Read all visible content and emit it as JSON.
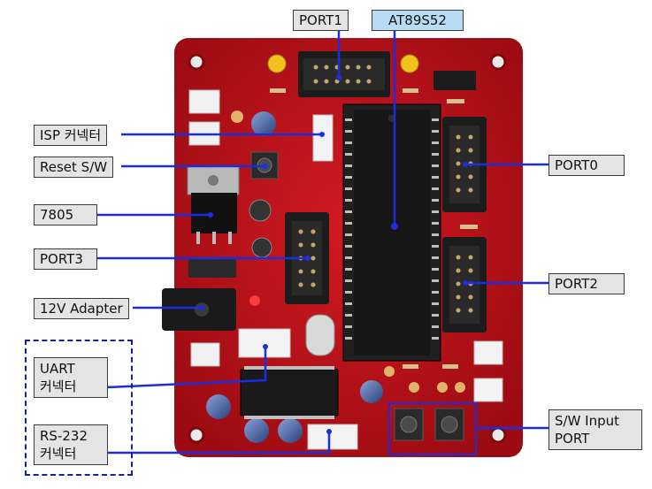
{
  "labels": {
    "port1": "PORT1",
    "at89s52": "AT89S52",
    "isp": "ISP 커넥터",
    "reset": "Reset S/W",
    "reg7805": "7805",
    "port3": "PORT3",
    "adapter": "12V Adapter",
    "uart_l1": "UART",
    "uart_l2": "커넥터",
    "rs232_l1": "RS-232",
    "rs232_l2": "커넥터",
    "port0": "PORT0",
    "port2": "PORT2",
    "swinput_l1": "S/W Input",
    "swinput_l2": "PORT"
  },
  "colors": {
    "pcb": "#c4121b",
    "connector_line": "#1a2ee0",
    "label_bg": "#e4e4e4",
    "label_highlight": "#b7dcf3",
    "dashed_group": "#1a1f9e"
  }
}
